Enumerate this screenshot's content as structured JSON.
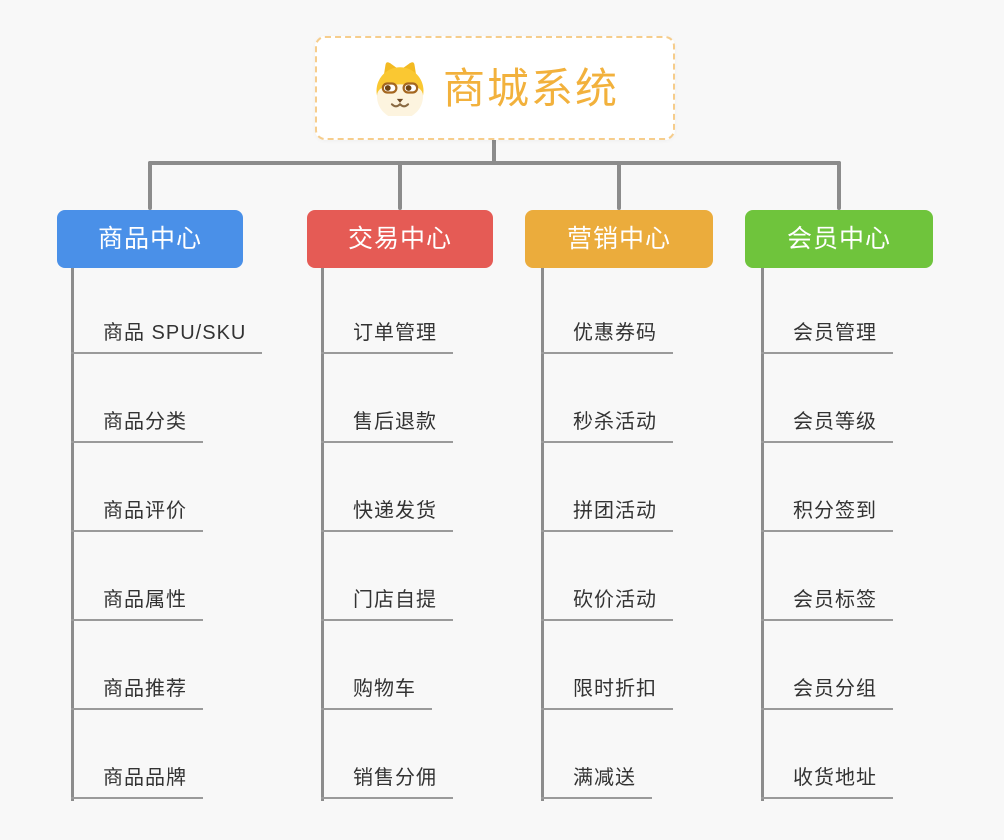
{
  "root": {
    "label": "商城系统",
    "icon": "shiba-dog-icon",
    "text_color": "#F2B13C",
    "border_color": "#F6CD8C"
  },
  "connectors": {
    "color": "#8C8C8C",
    "underline_color": "#9A9A9A"
  },
  "branches": [
    {
      "label": "商品中心",
      "color": "#4A90E8",
      "items": [
        "商品 SPU/SKU",
        "商品分类",
        "商品评价",
        "商品属性",
        "商品推荐",
        "商品品牌"
      ]
    },
    {
      "label": "交易中心",
      "color": "#E55B55",
      "items": [
        "订单管理",
        "售后退款",
        "快递发货",
        "门店自提",
        "购物车",
        "销售分佣"
      ]
    },
    {
      "label": "营销中心",
      "color": "#EBAC3C",
      "items": [
        "优惠券码",
        "秒杀活动",
        "拼团活动",
        "砍价活动",
        "限时折扣",
        "满减送"
      ]
    },
    {
      "label": "会员中心",
      "color": "#6FC43C",
      "items": [
        "会员管理",
        "会员等级",
        "积分签到",
        "会员标签",
        "会员分组",
        "收货地址"
      ]
    }
  ]
}
